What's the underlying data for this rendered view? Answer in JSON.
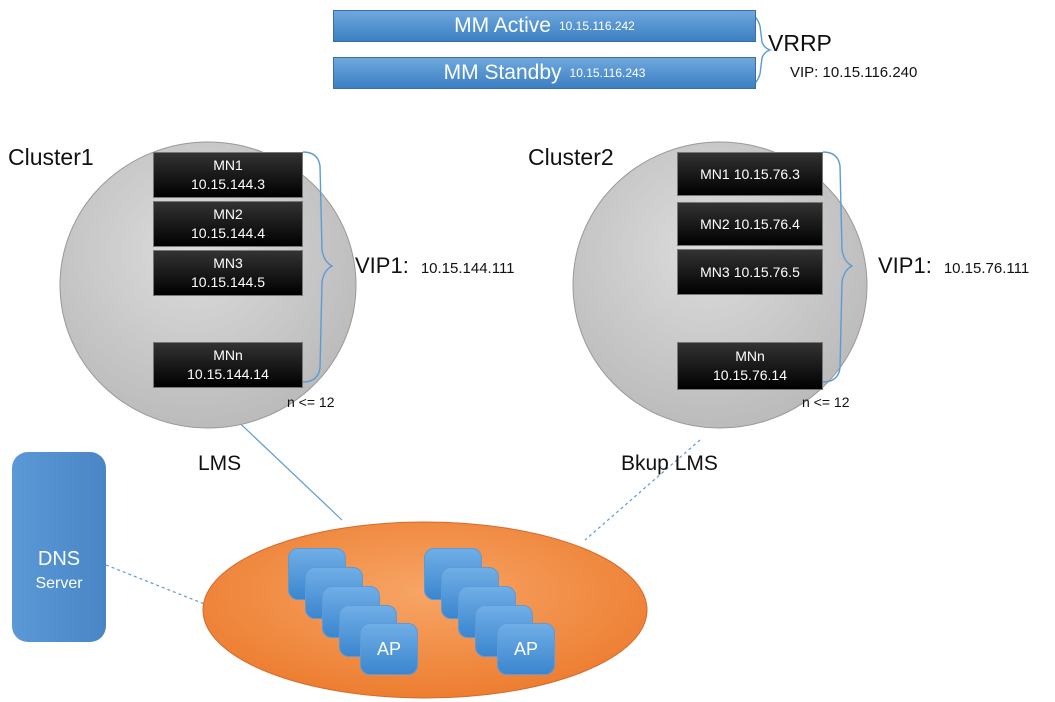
{
  "mobility_masters": {
    "active": {
      "label": "MM Active",
      "ip": "10.15.116.242"
    },
    "standby": {
      "label": "MM Standby",
      "ip": "10.15.116.243"
    },
    "vrrp_label": "VRRP",
    "vip_label": "VIP:",
    "vip_ip": "10.15.116.240"
  },
  "clusters": [
    {
      "name": "Cluster1",
      "nodes": [
        {
          "name": "MN1",
          "ip": "10.15.144.3"
        },
        {
          "name": "MN2",
          "ip": "10.15.144.4"
        },
        {
          "name": "MN3",
          "ip": "10.15.144.5"
        },
        {
          "name": "MNn",
          "ip": "10.15.144.14"
        }
      ],
      "vip_label": "VIP1:",
      "vip_ip": "10.15.144.111",
      "limit": "n <= 12"
    },
    {
      "name": "Cluster2",
      "nodes": [
        {
          "name": "MN1",
          "ip": "10.15.76.3"
        },
        {
          "name": "MN2",
          "ip": "10.15.76.4"
        },
        {
          "name": "MN3",
          "ip": "10.15.76.5"
        },
        {
          "name": "MNn",
          "ip": "10.15.76.14"
        }
      ],
      "vip_label": "VIP1:",
      "vip_ip": "10.15.76.111",
      "limit": "n <= 12"
    }
  ],
  "links": {
    "primary": "LMS",
    "backup": "Bkup LMS"
  },
  "dns": {
    "title": "DNS",
    "subtitle": "Server"
  },
  "access_points": {
    "label": "AP"
  },
  "colors": {
    "mm_bar": "#4a8ed0",
    "cluster_fill": "#c8c8c8",
    "ap_group_fill": "#f08030",
    "dns_fill": "#4a88c8",
    "node_fill": "#111111",
    "connector": "#5b9bd5"
  }
}
